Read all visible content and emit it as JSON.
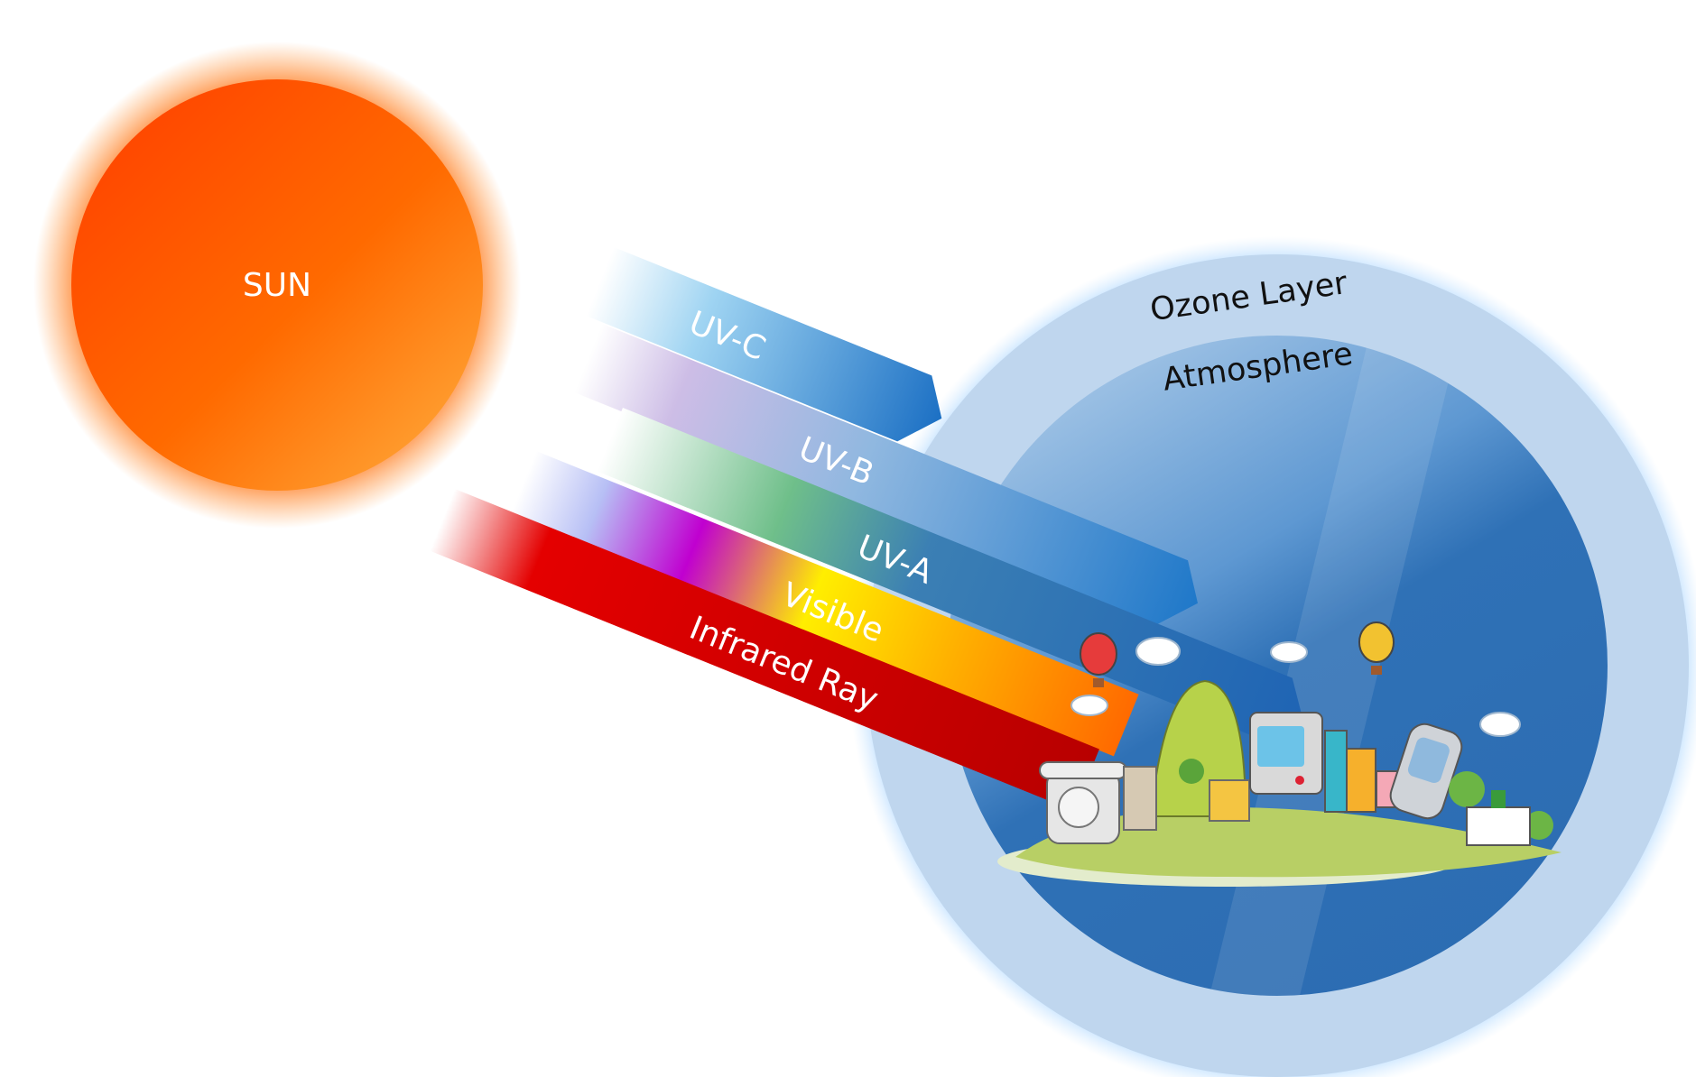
{
  "sun": {
    "label": "SUN"
  },
  "earth": {
    "outer_label": "Ozone Layer",
    "inner_label": "Atmosphere"
  },
  "rays": [
    {
      "id": "uvc",
      "label": "UV-C",
      "reaches": "ozone-layer"
    },
    {
      "id": "uvb",
      "label": "UV-B",
      "reaches": "atmosphere"
    },
    {
      "id": "uva",
      "label": "UV-A",
      "reaches": "surface"
    },
    {
      "id": "visible",
      "label": "Visible",
      "reaches": "surface"
    },
    {
      "id": "infrared",
      "label": "Infrared Ray",
      "reaches": "surface"
    }
  ],
  "colors": {
    "sun_core": "#ff4a00",
    "sun_edge": "#ffa83a",
    "ozone": "#c0d9ef",
    "atmosphere": "#2e70b5",
    "uvc": "#1e77c8",
    "uvb": "#1f78c9",
    "uva": "#1f64b4",
    "visible_yellow": "#ffee00",
    "infrared": "#c40000"
  }
}
